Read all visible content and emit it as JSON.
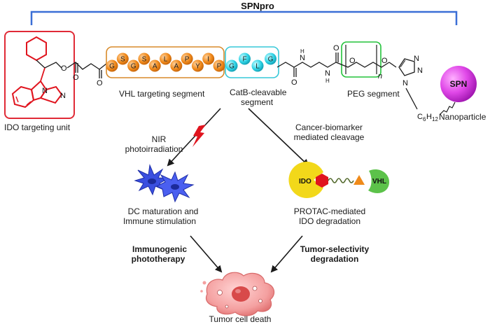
{
  "title": "SPNpro",
  "colors": {
    "bracket": "#3b6fd6",
    "ido_box": "#e02a36",
    "ido_mol": "#e0141e",
    "vhl_box": "#d88a2a",
    "vhl_residue": "#f08a1c",
    "catb_box": "#37c8d8",
    "catb_residue": "#30d4e6",
    "peg_box": "#22c23a",
    "spn_fill": "#e048e8",
    "arrow": "#1a1a1a",
    "dc_cell": "#3a4fe0",
    "tumor_cell": "#f08a8a",
    "ido_protein": "#f2d81a",
    "vhl_protein": "#5cc24a",
    "warhead": "#e0141e",
    "linker_wave": "#556b2f",
    "triangle": "#ef8a1a",
    "lightning": "#e0141e"
  },
  "ido_unit": {
    "label": "IDO targeting unit"
  },
  "vhl_segment": {
    "label": "VHL targeting segment",
    "residues": [
      "G",
      "S",
      "G",
      "S",
      "A",
      "L",
      "A",
      "P",
      "Y",
      "I",
      "P"
    ]
  },
  "catb_segment": {
    "label_line1": "CatB-cleavable",
    "label_line2": "segment",
    "residues": [
      "G",
      "F",
      "L",
      "G"
    ]
  },
  "peg_segment": {
    "label": "PEG segment",
    "repeat": "n"
  },
  "linker_atoms": {
    "ester_o": "O",
    "carbonyl_o1": "O",
    "carbonyl_o2": "O",
    "carbonyl_o3": "O",
    "nh1": "N",
    "nh1_h": "H",
    "nh2": "N",
    "nh2_h": "H",
    "peg_o1": "O",
    "peg_o2": "O",
    "triazole_n1": "N",
    "triazole_n2": "N",
    "triazole_n3": "N",
    "chain": "C",
    "chain_sub": "6",
    "chain_h": "H",
    "chain_h_sub": "12",
    "ring_n1": "N",
    "ring_n2": "N"
  },
  "nanoparticle": {
    "sphere_text": "SPN",
    "label": "Nanoparticle"
  },
  "left_branch": {
    "trigger_line1": "NIR",
    "trigger_line2": "photoirradiation",
    "outcome_line1": "DC maturation and",
    "outcome_line2": "Immune stimulation",
    "therapy_line1": "Immunogenic",
    "therapy_line2": "phototherapy"
  },
  "right_branch": {
    "trigger_line1": "Cancer-biomarker",
    "trigger_line2": "mediated cleavage",
    "ido_text": "IDO",
    "vhl_text": "VHL",
    "outcome_line1": "PROTAC-mediated",
    "outcome_line2": "IDO degradation",
    "therapy_line1": "Tumor-selectivity",
    "therapy_line2": "degradation"
  },
  "endpoint": {
    "label": "Tumor cell death"
  }
}
